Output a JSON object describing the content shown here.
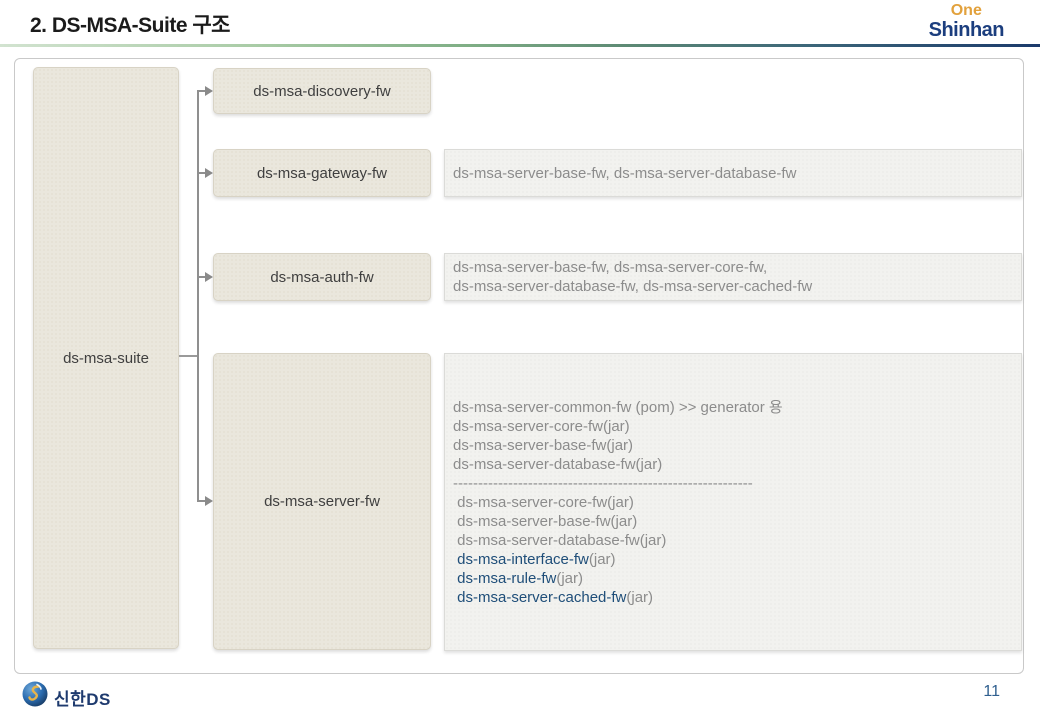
{
  "header": {
    "title": "2. DS-MSA-Suite 구조",
    "logo": {
      "line1": "One",
      "line2": "Shinhan"
    }
  },
  "footer": {
    "company": "신한DS",
    "page_number": "11"
  },
  "colors": {
    "accent_gold": "#E2A13C",
    "brand_navy": "#1C3E7E",
    "box_beige": "#EAE7DD",
    "desc_bg": "#F2F2EF",
    "desc_text_gray": "#8C8C8C",
    "highlight_blue": "#1F4E79",
    "connector_gray": "#8F8F8F"
  },
  "diagram": {
    "root": {
      "label": "ds-msa-suite"
    },
    "children": [
      {
        "label": "ds-msa-discovery-fw"
      },
      {
        "label": "ds-msa-gateway-fw"
      },
      {
        "label": "ds-msa-auth-fw"
      },
      {
        "label": "ds-msa-server-fw"
      }
    ],
    "descriptions": {
      "gateway": [
        {
          "segs": [
            {
              "t": "ds-msa-server-base-fw, ds-msa-server-database-fw"
            }
          ]
        }
      ],
      "auth": [
        {
          "segs": [
            {
              "t": "ds-msa-server-base-fw, ds-msa-server-core-fw,"
            }
          ]
        },
        {
          "segs": [
            {
              "t": "ds-msa-server-database-fw, ds-msa-server-cached-fw"
            }
          ]
        }
      ],
      "server": [
        {
          "segs": [
            {
              "t": "ds-msa-server-common-fw (pom) >> generator 용"
            }
          ]
        },
        {
          "segs": [
            {
              "t": "ds-msa-server-core-fw(jar)"
            }
          ]
        },
        {
          "segs": [
            {
              "t": "ds-msa-server-base-fw(jar)"
            }
          ]
        },
        {
          "segs": [
            {
              "t": "ds-msa-server-database-fw(jar)"
            }
          ]
        },
        {
          "segs": [
            {
              "t": "------------------------------------------------------------"
            }
          ]
        },
        {
          "segs": [
            {
              "t": " ds-msa-server-core-fw(jar)"
            }
          ]
        },
        {
          "segs": [
            {
              "t": " ds-msa-server-base-fw(jar)"
            }
          ]
        },
        {
          "segs": [
            {
              "t": " ds-msa-server-database-fw(jar)"
            }
          ]
        },
        {
          "segs": [
            {
              "t": " "
            },
            {
              "t": "ds-msa-interface-fw",
              "blue": true
            },
            {
              "t": "(jar)"
            }
          ]
        },
        {
          "segs": [
            {
              "t": " "
            },
            {
              "t": "ds-msa-rule-fw",
              "blue": true
            },
            {
              "t": "(jar)"
            }
          ]
        },
        {
          "segs": [
            {
              "t": " "
            },
            {
              "t": "ds-msa-server-cached-fw",
              "blue": true
            },
            {
              "t": "(jar)"
            }
          ]
        }
      ]
    }
  }
}
